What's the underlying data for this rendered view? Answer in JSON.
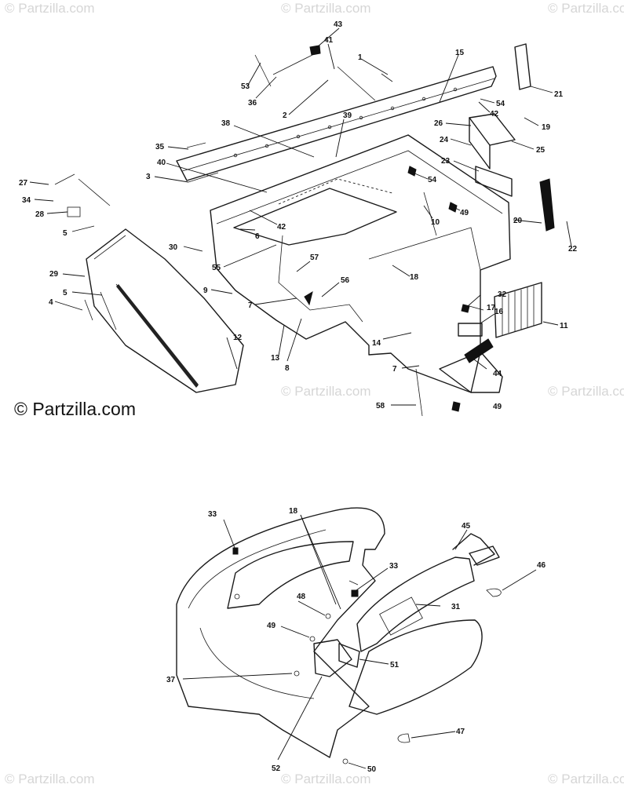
{
  "watermark": {
    "text": "© Partzilla.com"
  },
  "brand": {
    "text": "© Partzilla.com"
  },
  "upper_callouts": [
    {
      "id": "1",
      "label": "1"
    },
    {
      "id": "2",
      "label": "2"
    },
    {
      "id": "3",
      "label": "3"
    },
    {
      "id": "4",
      "label": "4"
    },
    {
      "id": "5a",
      "label": "5"
    },
    {
      "id": "5b",
      "label": "5"
    },
    {
      "id": "6",
      "label": "6"
    },
    {
      "id": "7a",
      "label": "7"
    },
    {
      "id": "7b",
      "label": "7"
    },
    {
      "id": "8",
      "label": "8"
    },
    {
      "id": "9",
      "label": "9"
    },
    {
      "id": "10",
      "label": "10"
    },
    {
      "id": "11",
      "label": "11"
    },
    {
      "id": "12",
      "label": "12"
    },
    {
      "id": "13",
      "label": "13"
    },
    {
      "id": "14",
      "label": "14"
    },
    {
      "id": "15",
      "label": "15"
    },
    {
      "id": "16",
      "label": "16"
    },
    {
      "id": "17",
      "label": "17"
    },
    {
      "id": "18",
      "label": "18"
    },
    {
      "id": "19",
      "label": "19"
    },
    {
      "id": "20",
      "label": "20"
    },
    {
      "id": "21",
      "label": "21"
    },
    {
      "id": "22",
      "label": "22"
    },
    {
      "id": "23",
      "label": "23"
    },
    {
      "id": "24",
      "label": "24"
    },
    {
      "id": "25",
      "label": "25"
    },
    {
      "id": "26",
      "label": "26"
    },
    {
      "id": "27",
      "label": "27"
    },
    {
      "id": "28",
      "label": "28"
    },
    {
      "id": "29",
      "label": "29"
    },
    {
      "id": "30",
      "label": "30"
    },
    {
      "id": "32",
      "label": "32"
    },
    {
      "id": "34",
      "label": "34"
    },
    {
      "id": "35",
      "label": "35"
    },
    {
      "id": "36",
      "label": "36"
    },
    {
      "id": "38",
      "label": "38"
    },
    {
      "id": "39",
      "label": "39"
    },
    {
      "id": "40",
      "label": "40"
    },
    {
      "id": "41",
      "label": "41"
    },
    {
      "id": "42a",
      "label": "42"
    },
    {
      "id": "42b",
      "label": "42"
    },
    {
      "id": "43",
      "label": "43"
    },
    {
      "id": "44",
      "label": "44"
    },
    {
      "id": "49a",
      "label": "49"
    },
    {
      "id": "49b",
      "label": "49"
    },
    {
      "id": "53",
      "label": "53"
    },
    {
      "id": "54a",
      "label": "54"
    },
    {
      "id": "54b",
      "label": "54"
    },
    {
      "id": "55",
      "label": "55"
    },
    {
      "id": "56",
      "label": "56"
    },
    {
      "id": "57",
      "label": "57"
    },
    {
      "id": "58",
      "label": "58"
    }
  ],
  "lower_callouts": [
    {
      "id": "L18",
      "label": "18"
    },
    {
      "id": "L31",
      "label": "31"
    },
    {
      "id": "L33a",
      "label": "33"
    },
    {
      "id": "L33b",
      "label": "33"
    },
    {
      "id": "L37",
      "label": "37"
    },
    {
      "id": "L45",
      "label": "45"
    },
    {
      "id": "L46",
      "label": "46"
    },
    {
      "id": "L47",
      "label": "47"
    },
    {
      "id": "L48",
      "label": "48"
    },
    {
      "id": "L49",
      "label": "49"
    },
    {
      "id": "L50",
      "label": "50"
    },
    {
      "id": "L51",
      "label": "51"
    },
    {
      "id": "L52",
      "label": "52"
    }
  ]
}
